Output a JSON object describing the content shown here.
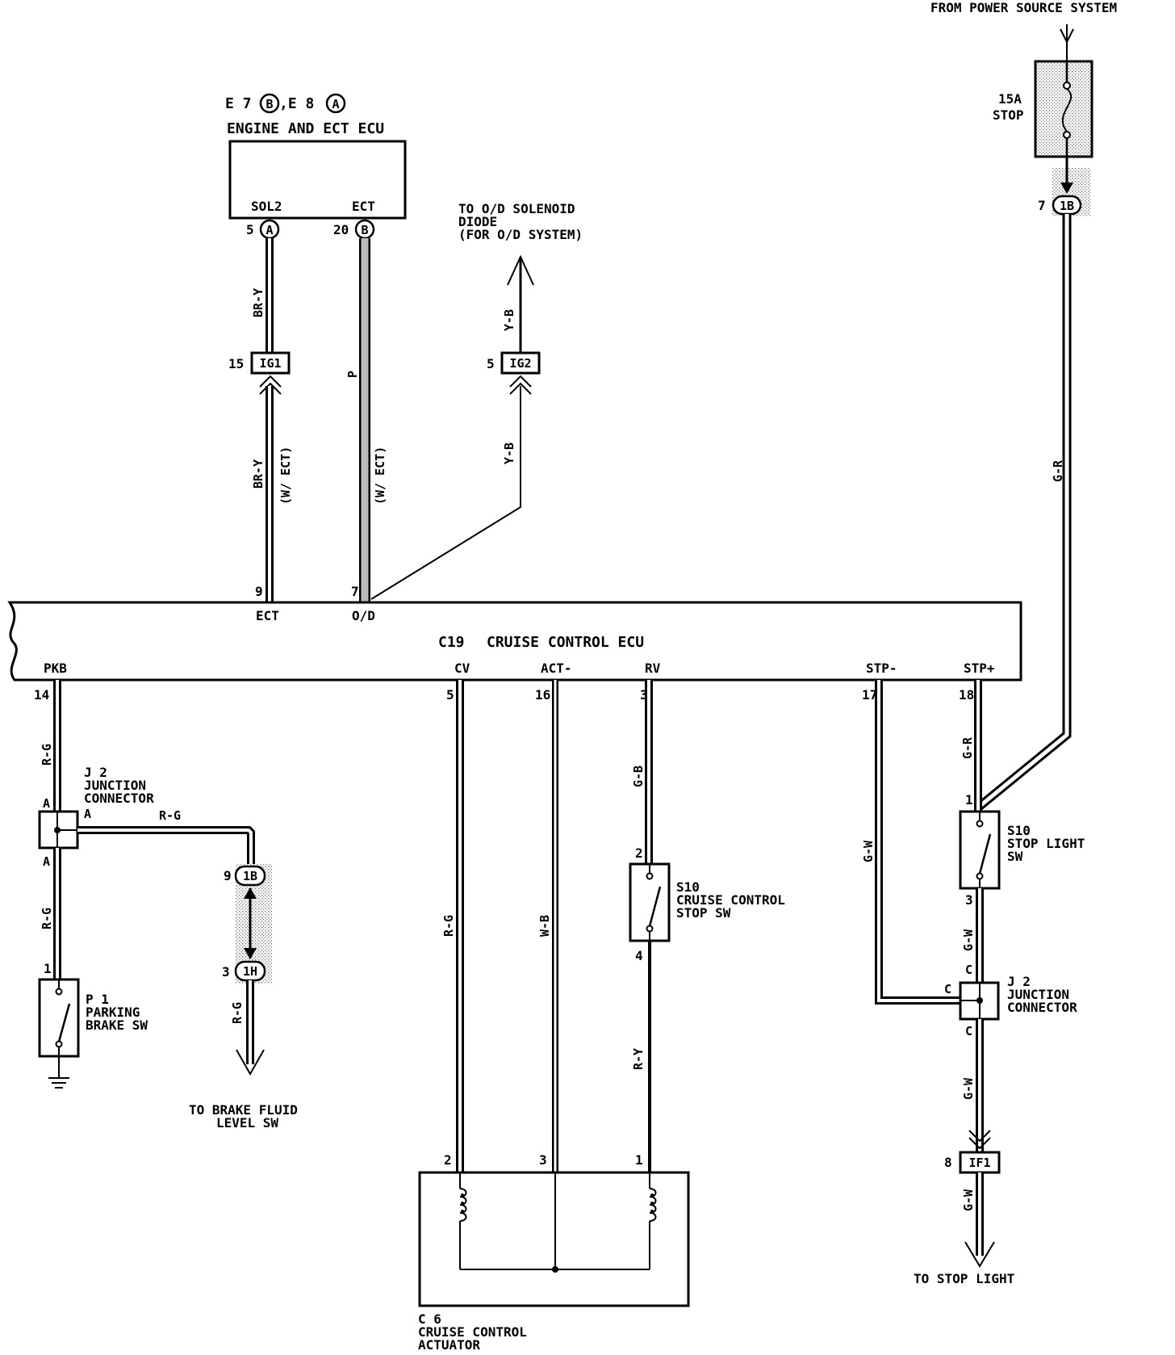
{
  "top_power": "FROM POWER SOURCE SYSTEM",
  "fuse": {
    "rating": "15A",
    "name": "STOP",
    "pin": "7",
    "connector": "1B"
  },
  "engine_ecu": {
    "code_prefix": "E 7",
    "code_b": "B",
    "code_mid": ",E 8",
    "code_a": "A",
    "name": "ENGINE AND ECT ECU",
    "term_sol2": "SOL2",
    "term_ect": "ECT",
    "pin_sol2": "5",
    "conn_sol2": "A",
    "pin_ect": "20",
    "conn_ect": "B"
  },
  "od_target": {
    "line1": "TO O/D SOLENOID",
    "line2": "DIODE",
    "line3": "(FOR O/D SYSTEM)"
  },
  "ig1": {
    "pin": "15",
    "label": "IG1"
  },
  "ig2": {
    "pin": "5",
    "label": "IG2"
  },
  "wire_labels": {
    "br_y_top": "BR-Y",
    "br_y_bottom": "BR-Y",
    "w_ect_1": "(W/ ECT)",
    "w_ect_2": "(W/ ECT)",
    "p": "P",
    "y_b_top": "Y-B",
    "y_b_bottom": "Y-B",
    "g_r_top": "G-R",
    "g_r_lower": "G-R",
    "r_g_1": "R-G",
    "r_g_2": "R-G",
    "r_g_3": "R-G",
    "r_g_4": "R-G",
    "r_g_cv": "R-G",
    "w_b": "W-B",
    "g_b": "G-B",
    "r_y": "R-Y",
    "g_w_1": "G-W",
    "g_w_2": "G-W",
    "g_w_3": "G-W",
    "g_w_4": "G-W"
  },
  "cruise_ecu": {
    "code": "C19",
    "name": "CRUISE CONTROL ECU",
    "pin_ect": "9",
    "term_ect": "ECT",
    "pin_od": "7",
    "term_od": "O/D",
    "term_pkb": "PKB",
    "pin_pkb": "14",
    "term_cv": "CV",
    "pin_cv": "5",
    "term_act": "ACT-",
    "pin_act": "16",
    "term_rv": "RV",
    "pin_rv": "3",
    "term_stp_minus": "STP-",
    "pin_stp_minus": "17",
    "term_stp_plus": "STP+",
    "pin_stp_plus": "18"
  },
  "j2_left": {
    "code": "J 2",
    "line1": "JUNCTION",
    "line2": "CONNECTOR",
    "pin_top": "A",
    "pin_right": "A",
    "pin_bottom": "A"
  },
  "brake_fluid_conn": {
    "pin_top": "9",
    "conn_top": "1B",
    "pin_bottom": "3",
    "conn_bottom": "1H"
  },
  "brake_fluid_target": {
    "line1": "TO BRAKE FLUID",
    "line2": "LEVEL SW"
  },
  "parking_sw": {
    "pin": "1",
    "code": "P 1",
    "line1": "PARKING",
    "line2": "BRAKE SW"
  },
  "stop_sw": {
    "code": "S10",
    "line1": "CRUISE CONTROL",
    "line2": "STOP SW",
    "pin_top": "2",
    "pin_bottom": "4"
  },
  "stop_light_sw": {
    "code": "S10",
    "line1": "STOP LIGHT",
    "line2": "SW",
    "pin_top": "1",
    "pin_bottom": "3"
  },
  "j2_right": {
    "code": "J 2",
    "line1": "JUNCTION",
    "line2": "CONNECTOR",
    "pin_top": "C",
    "pin_left": "C",
    "pin_bottom": "C"
  },
  "if1": {
    "pin": "8",
    "label": "IF1"
  },
  "stop_light_target": "TO STOP LIGHT",
  "actuator": {
    "pin_left": "2",
    "pin_mid": "3",
    "pin_right": "1",
    "code": "C 6",
    "line1": "CRUISE CONTROL",
    "line2": "ACTUATOR"
  }
}
